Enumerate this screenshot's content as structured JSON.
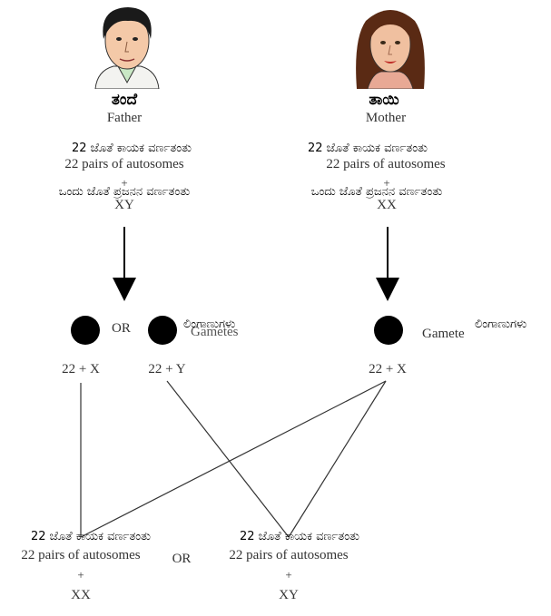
{
  "father": {
    "label_kn": "ತಂದೆ",
    "label_en": "Father",
    "autosomes_kn": "22 ಜೊತೆ ಕಾಯಕ ವರ್ಣತಂತು",
    "autosomes_en": "22 pairs of autosomes",
    "plus": "+",
    "sex_kn": "ಒಂದು ಜೊತೆ ಪ್ರಜನನ ವರ್ಣತಂತು",
    "sex_en": "XY"
  },
  "mother": {
    "label_kn": "ತಾಯಿ",
    "label_en": "Mother",
    "autosomes_kn": "22 ಜೊತೆ ಕಾಯಕ ವರ್ಣತಂತು",
    "autosomes_en": "22 pairs of autosomes",
    "plus": "+",
    "sex_kn": "ಒಂದು ಜೊತೆ ಪ್ರಜನನ ವರ್ಣತಂತು",
    "sex_en": "XX"
  },
  "gametes": {
    "or_label": "OR",
    "father_caption_en": "Gametes",
    "father_caption_kn": "ಲಿಂಗಾಣುಗಳು",
    "mother_caption_en": "Gamete",
    "mother_caption_kn": "ಲಿಂಗಾಣುಗಳು",
    "sperm_x": "22 + X",
    "sperm_y": "22 + Y",
    "egg_x": "22 + X"
  },
  "offspring": {
    "female": {
      "autosomes_kn": "22 ಜೊತೆ ಕಾಯಕ ವರ್ಣತಂತು",
      "autosomes_en": "22 pairs of autosomes",
      "plus": "+",
      "sex": "XX"
    },
    "or_label": "OR",
    "male": {
      "autosomes_kn": "22 ಜೊತೆ ಕಾಯಕ ವರ್ಣತಂತು",
      "autosomes_en": "22 pairs of autosomes",
      "plus": "+",
      "sex": "XY"
    }
  }
}
